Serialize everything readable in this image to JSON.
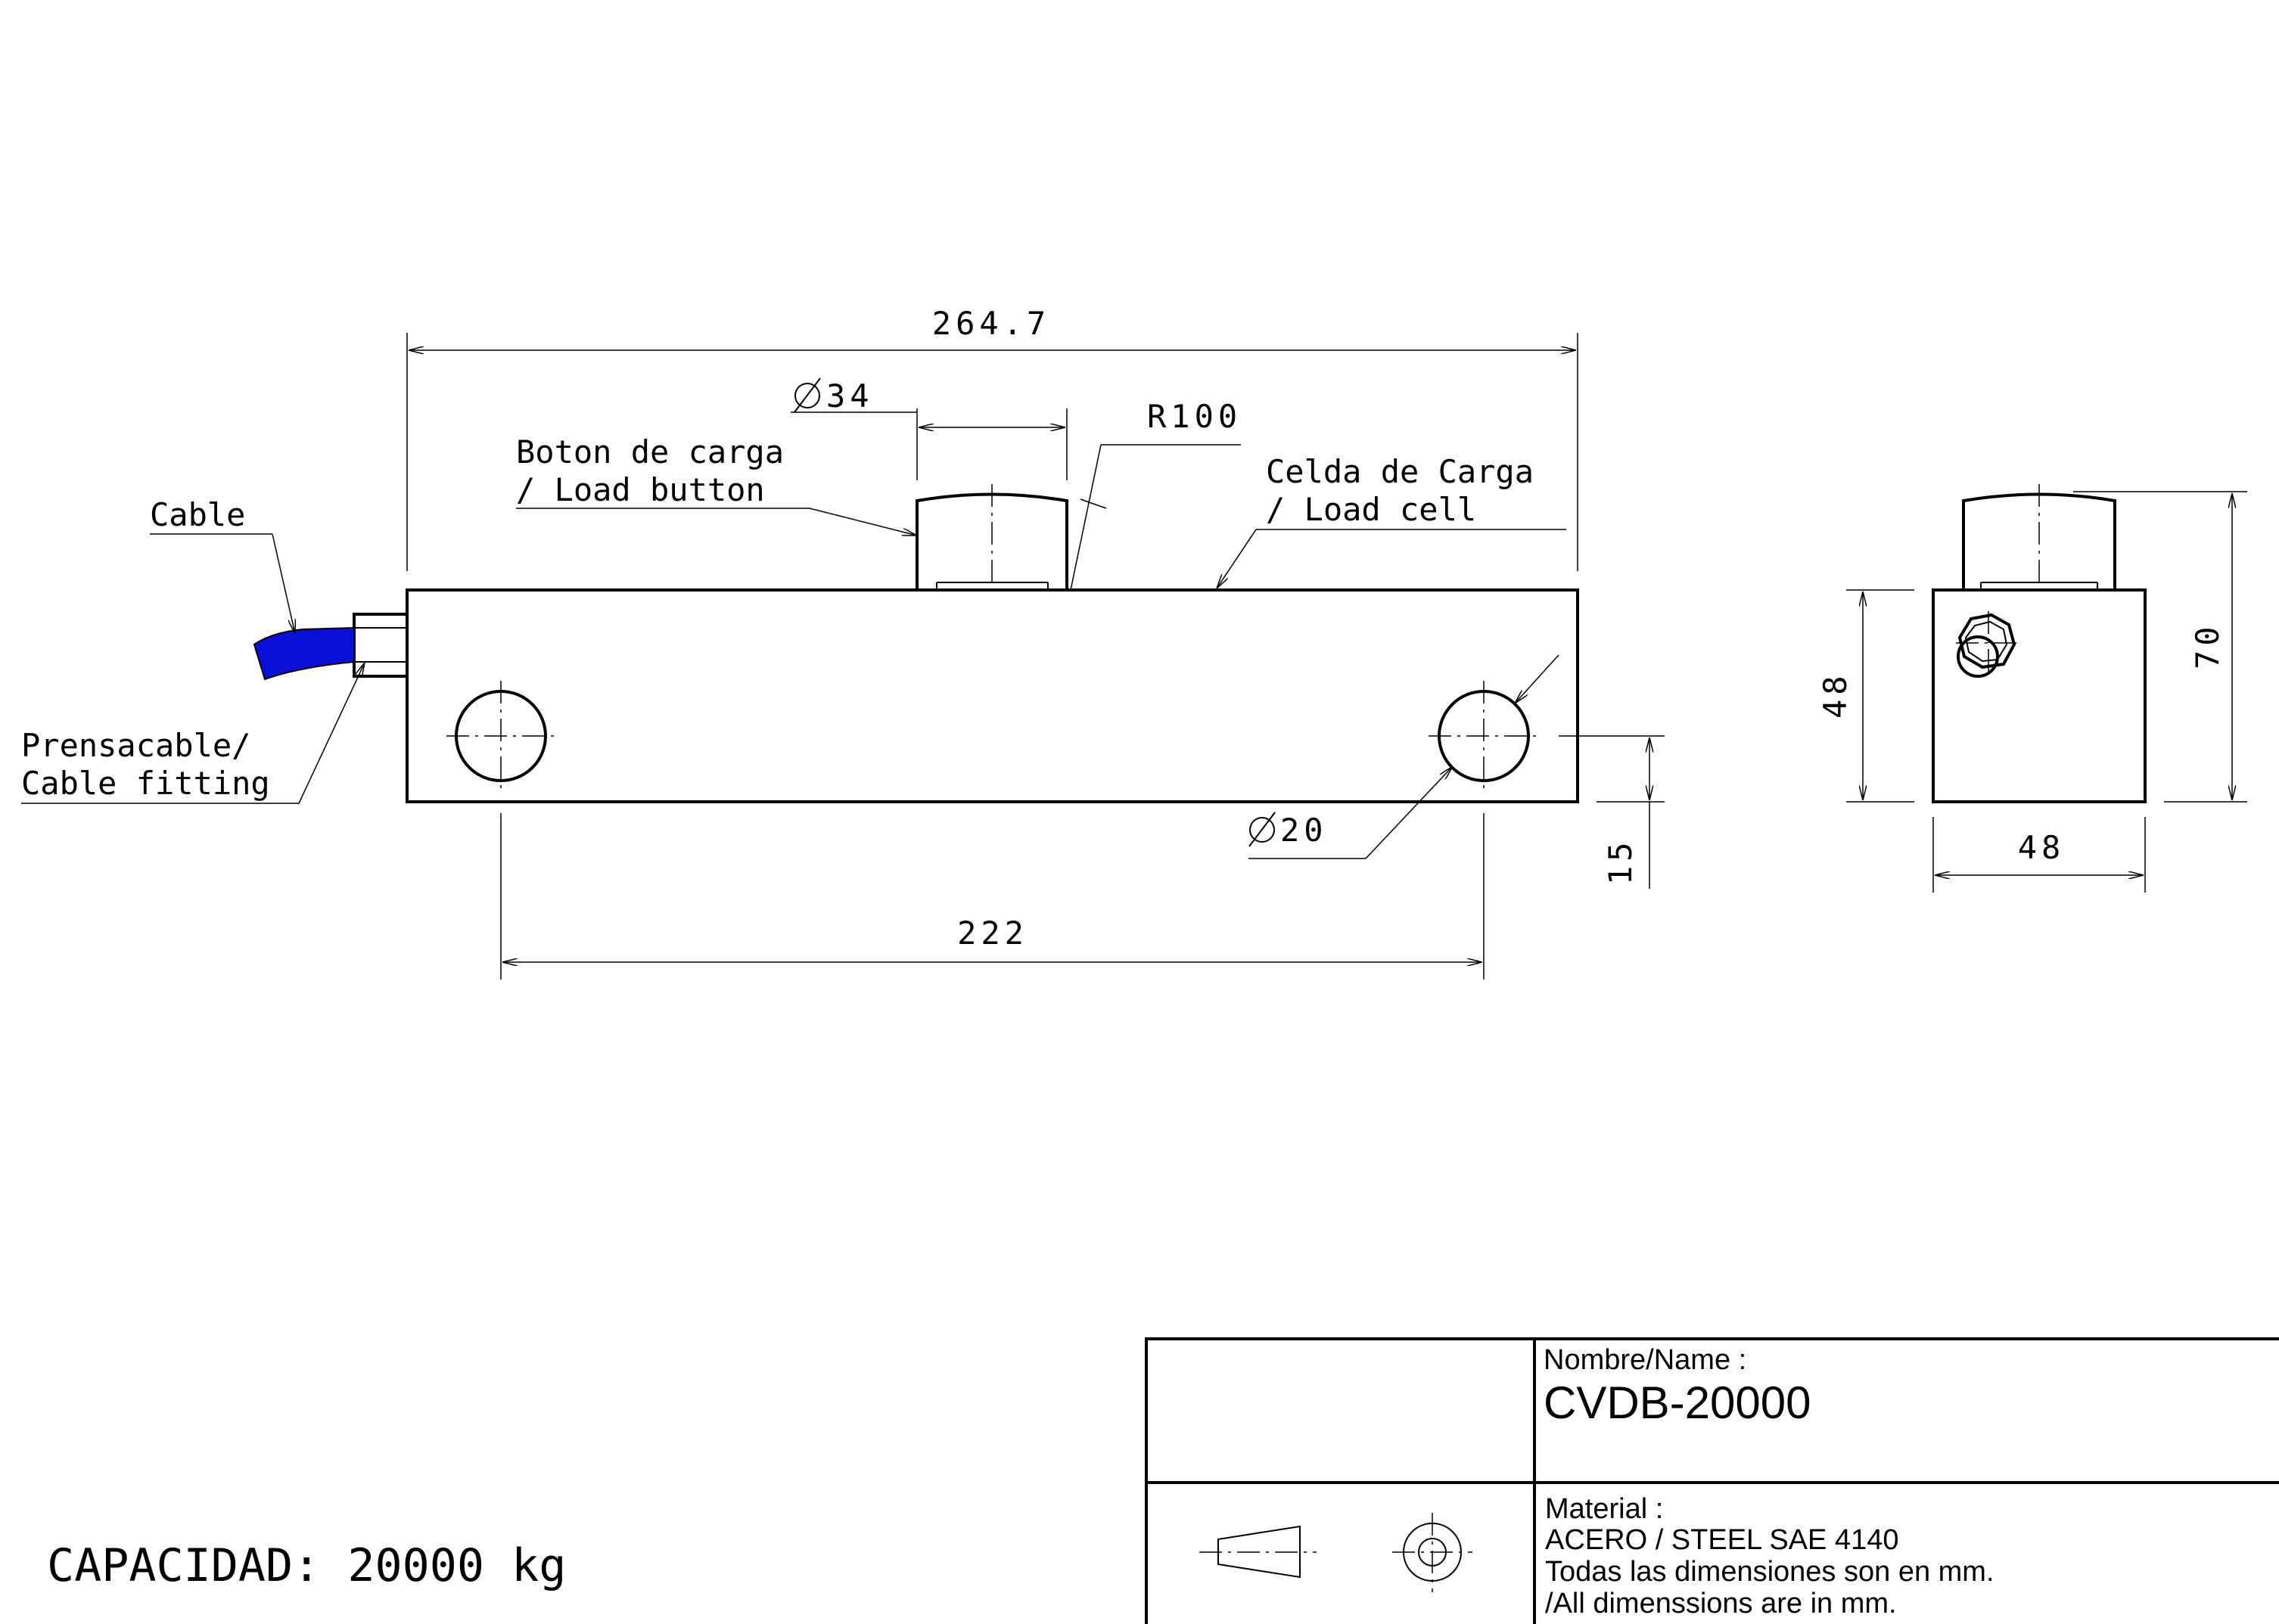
{
  "labels": {
    "cable": "Cable",
    "button_es": "Boton de carga",
    "button_en": "/ Load button",
    "cell_es": "Celda de Carga",
    "cell_en": "/ Load cell",
    "fitting_es": "Prensacable/",
    "fitting_en": "Cable fitting"
  },
  "dimensions": {
    "overall_length": "264.7",
    "button_diameter": "34",
    "radius": "R100",
    "hole_diameter": "20",
    "hole_spacing": "222",
    "hole_offset": "15",
    "side_height": "48",
    "side_width": "48",
    "total_height": "70"
  },
  "title_block": {
    "name_label": "Nombre/Name :",
    "name_value": "CVDB-20000",
    "material_label": "Material :",
    "material_value": "ACERO / STEEL SAE 4140",
    "note_es": "Todas las dimensiones son en mm.",
    "note_en": "/All dimenssions are in mm."
  },
  "capacity": "CAPACIDAD: 20000 kg",
  "colors": {
    "line": "#000000",
    "cable": "#0a10d8",
    "background": "#ffffff"
  }
}
